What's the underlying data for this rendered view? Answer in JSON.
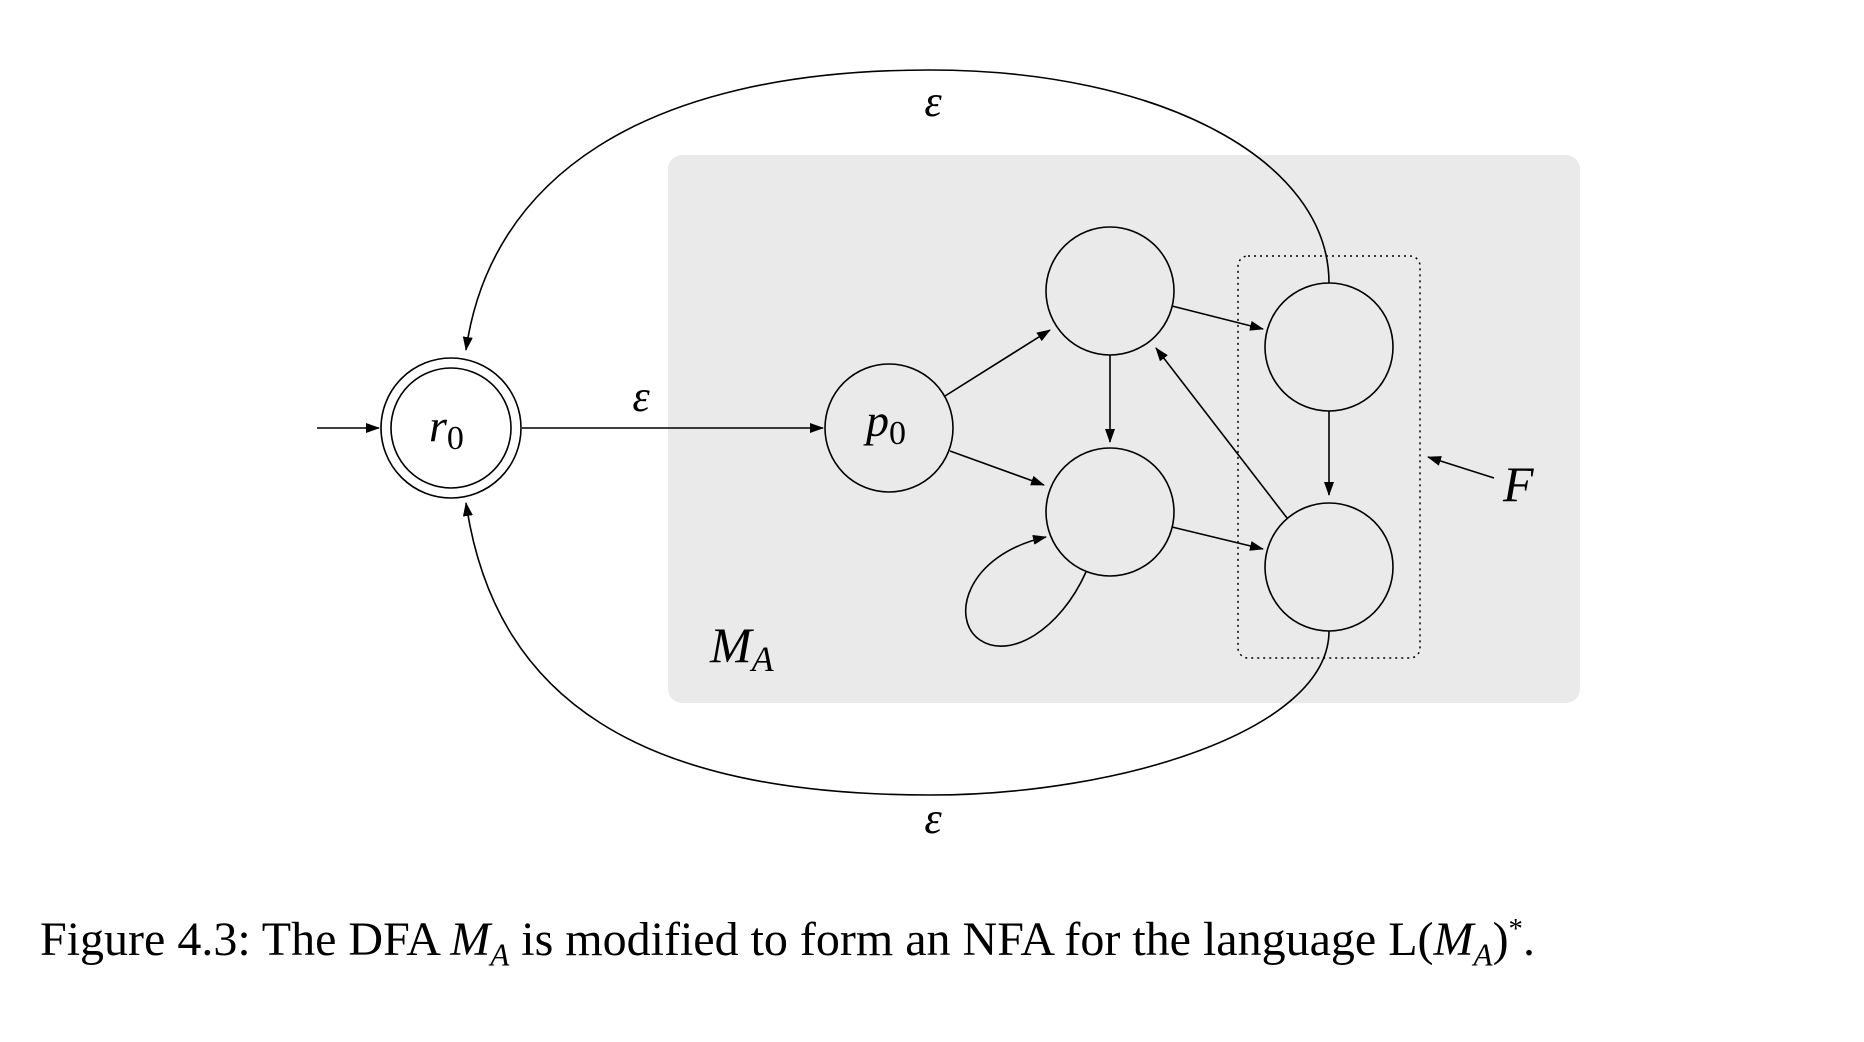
{
  "diagram": {
    "states": {
      "start": "r",
      "start_subscript": "0",
      "dfa_start": "p",
      "dfa_start_subscript": "0"
    },
    "labels": {
      "epsilon_top": "ε",
      "epsilon_middle": "ε",
      "epsilon_bottom": "ε",
      "region_name": "M",
      "region_name_subscript": "A",
      "final_set": "F"
    }
  },
  "caption": {
    "prefix": "Figure 4.3:  The DFA ",
    "m": "M",
    "m_sub": "A",
    "middle": " is modified to form an NFA for the language L(",
    "m2": "M",
    "m2_sub": "A",
    "close": ")",
    "star": "*",
    "end": "."
  }
}
